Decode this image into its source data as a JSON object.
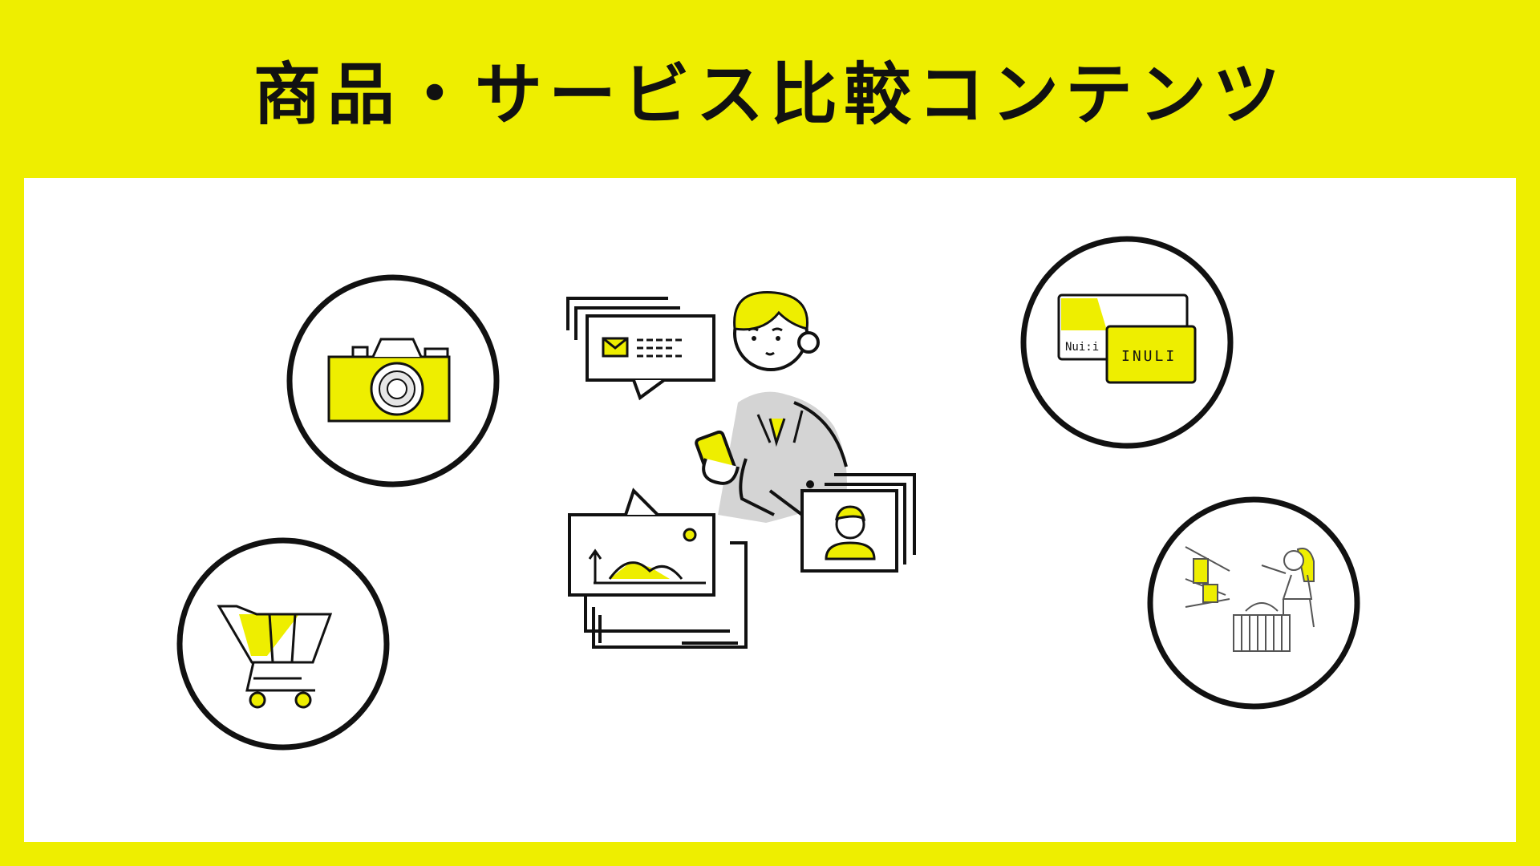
{
  "header": {
    "title": "商品・サービス比較コンテンツ"
  },
  "colors": {
    "accent_yellow": "#eeee00",
    "panel_white": "#ffffff",
    "line_black": "#111111",
    "suit_gray": "#d4d4d4"
  },
  "illustrations": {
    "card_front_text": "INULI",
    "card_back_text": "Nui:i"
  },
  "icons": [
    "camera-icon",
    "shopping-cart-icon",
    "ic-card-icon",
    "shopper-icon",
    "mail-icon",
    "photo-icon",
    "person-icon"
  ]
}
